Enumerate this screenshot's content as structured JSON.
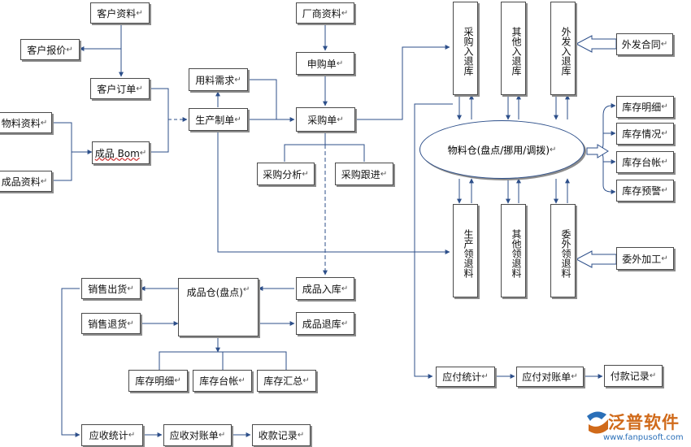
{
  "boxes": {
    "customer_info": "客户资料",
    "customer_quote": "客户报价",
    "customer_order": "客户订单",
    "material_info": "物料资料",
    "product_info": "成品资料",
    "product_bom": "成品 Bom",
    "material_demand": "用料需求",
    "production_order": "生产制单",
    "vendor_info": "厂商资料",
    "purchase_request": "申购单",
    "purchase_order": "采购单",
    "purchase_analysis": "采购分析",
    "purchase_followup": "采购跟进",
    "purchase_in_return": "采购入退库",
    "other_in_return": "其他入退库",
    "outsource_in_return": "外发入退库",
    "outsource_contract": "外发合同",
    "material_warehouse": "物料仓(盘点/挪用/调拨)",
    "stock_detail": "库存明细",
    "stock_status": "库存情况",
    "stock_ledger": "库存台帐",
    "stock_warning": "库存预警",
    "production_pick_return": "生产领退料",
    "other_pick_return": "其他领退料",
    "outsource_pick_return": "委外领退料",
    "outsource_processing": "委外加工",
    "sales_delivery": "销售出货",
    "sales_return": "销售退货",
    "product_warehouse": "成品仓(盘点)",
    "product_in": "成品入库",
    "product_return": "成品退库",
    "prod_stock_detail": "库存明细",
    "prod_stock_ledger": "库存台帐",
    "prod_stock_summary": "库存汇总",
    "payable_stats": "应付统计",
    "payable_statement": "应付对账单",
    "payment_record": "付款记录",
    "receivable_stats": "应收统计",
    "receivable_statement": "应收对账单",
    "receipt_record": "收款记录"
  },
  "logo": {
    "name": "泛普软件",
    "url": "www.fanpusoft.com"
  },
  "colors": {
    "line": "#2d4f8a",
    "box_border": "#4a4a4a",
    "logo_orange": "#d06a1a",
    "logo_blue": "#2a6fb8"
  }
}
